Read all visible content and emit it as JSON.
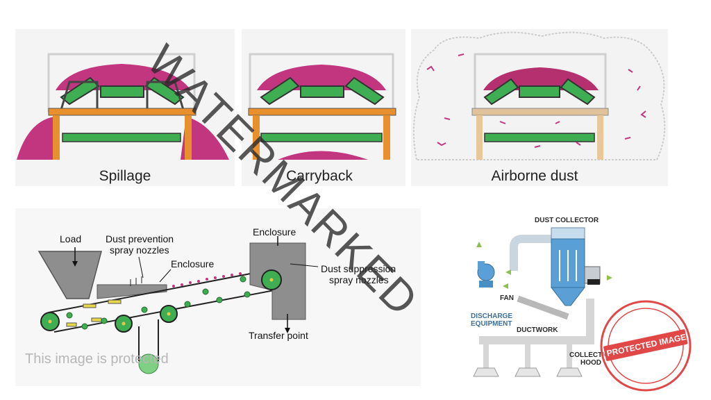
{
  "top_panels": [
    {
      "caption": "Spillage"
    },
    {
      "caption": "Carryback"
    },
    {
      "caption": "Airborne dust"
    }
  ],
  "conveyor_diagram": {
    "load": "Load",
    "spray_prevention_1": "Dust prevention",
    "spray_prevention_2": "spray nozzles",
    "enclosure_left": "Enclosure",
    "enclosure_right": "Enclosure",
    "suppression_1": "Dust suppression",
    "suppression_2": "spray nozzles",
    "transfer_point": "Transfer point"
  },
  "dust_collector_diagram": {
    "dust_collector": "DUST COLLECTOR",
    "fan": "FAN",
    "discharge_1": "DISCHARGE",
    "discharge_2": "EQUIPMENT",
    "ductwork": "DUCTWORK",
    "collection_1": "COLLECTION",
    "collection_2": "HOOD"
  },
  "overlay": {
    "watermark": "WATERMARKED",
    "protected_note": "This image is protected",
    "stamp_text": "PROTECTED IMAGE"
  },
  "colors": {
    "material": "#c2357f",
    "roller_green": "#3fae52",
    "frame_gray": "#666666",
    "post_orange": "#e8902e",
    "enclosure_gray": "#8e8e8e",
    "stamp_red": "#e04848"
  }
}
